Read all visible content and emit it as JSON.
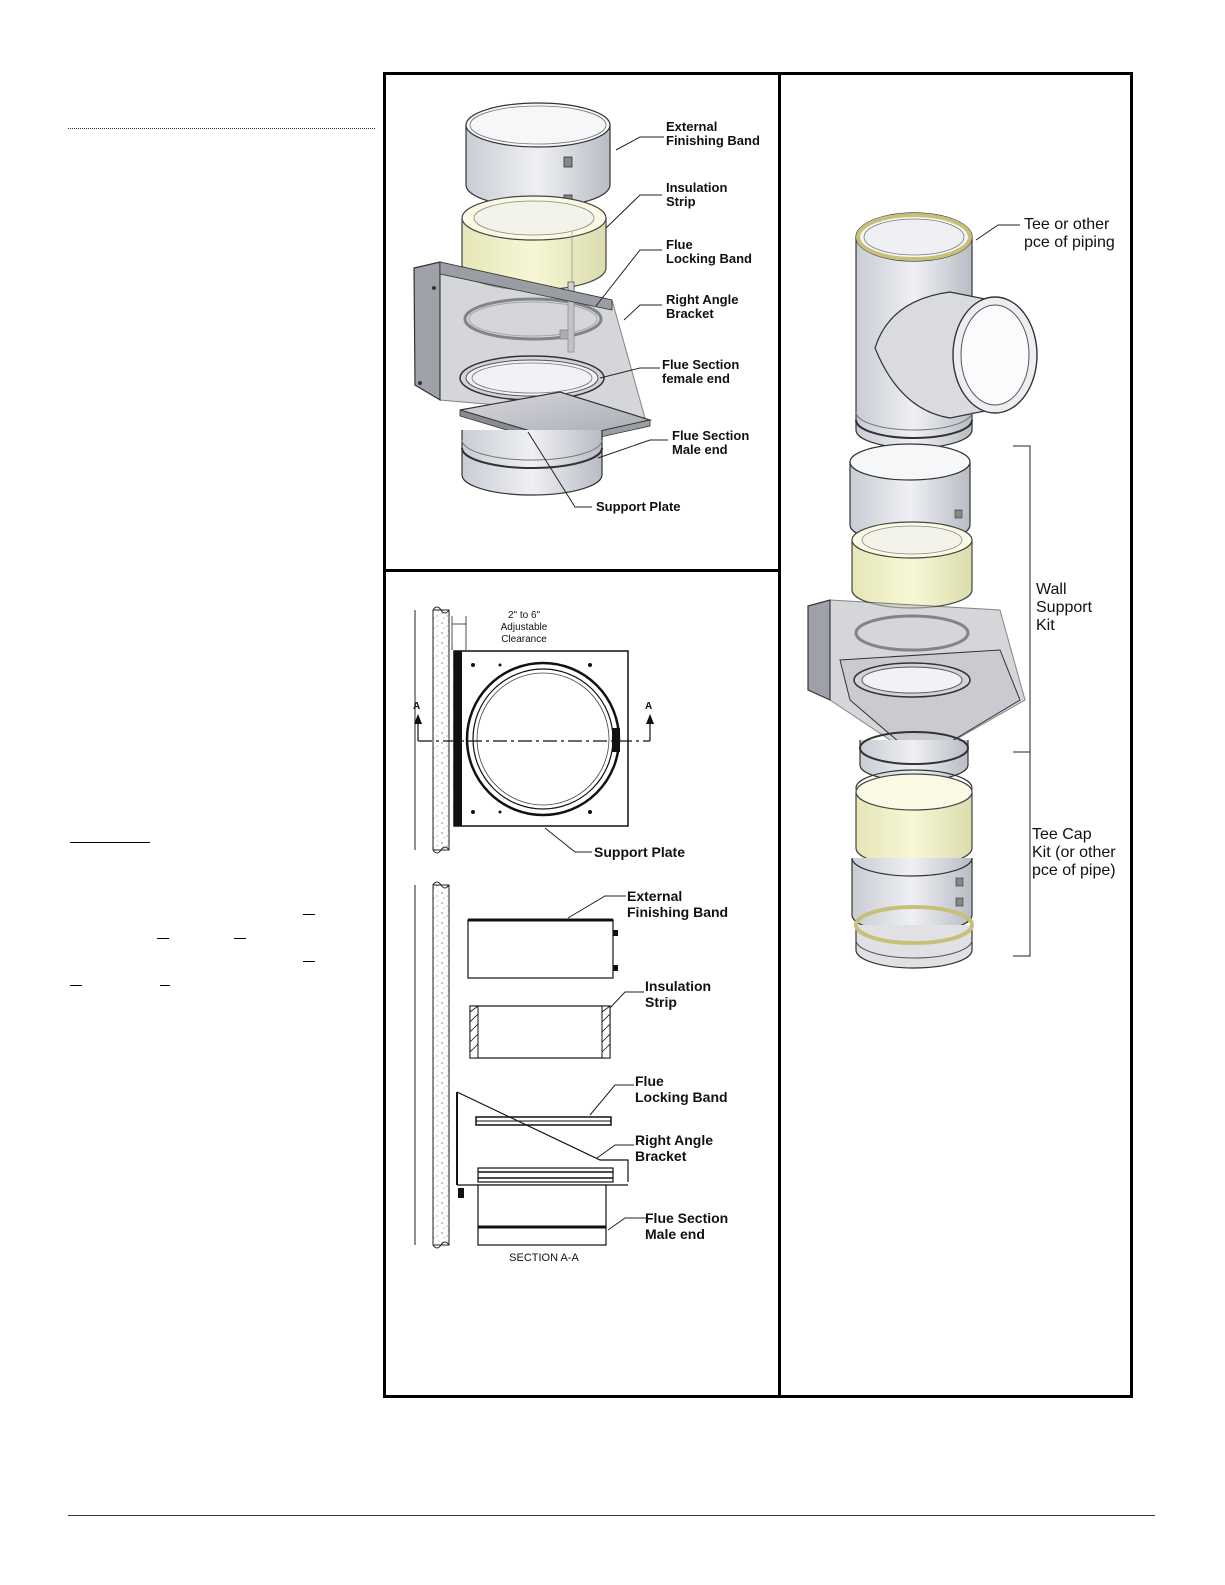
{
  "figure_a": {
    "labels": [
      "External\nFinishing Band",
      "Insulation\nStrip",
      "Flue\nLocking Band",
      "Right Angle\nBracket",
      "Flue Section\nfemale end",
      "Flue Section\nMale end",
      "Support Plate"
    ]
  },
  "figure_b": {
    "plan_clearance": "2\" to 6\"\nAdjustable\nClearance",
    "section_marker": "A",
    "support_plate": "Support Plate",
    "section_labels": [
      "External\nFinishing Band",
      "Insulation\nStrip",
      "Flue\nLocking Band",
      "Right Angle\nBracket",
      "Flue Section\nMale end"
    ],
    "section_caption": "SECTION A-A"
  },
  "figure_c": {
    "tee_label": "Tee or other\npce of piping",
    "wall_support_kit": "Wall\nSupport\nKit",
    "tee_cap_kit": "Tee Cap\nKit (or other\npce of pipe)"
  }
}
